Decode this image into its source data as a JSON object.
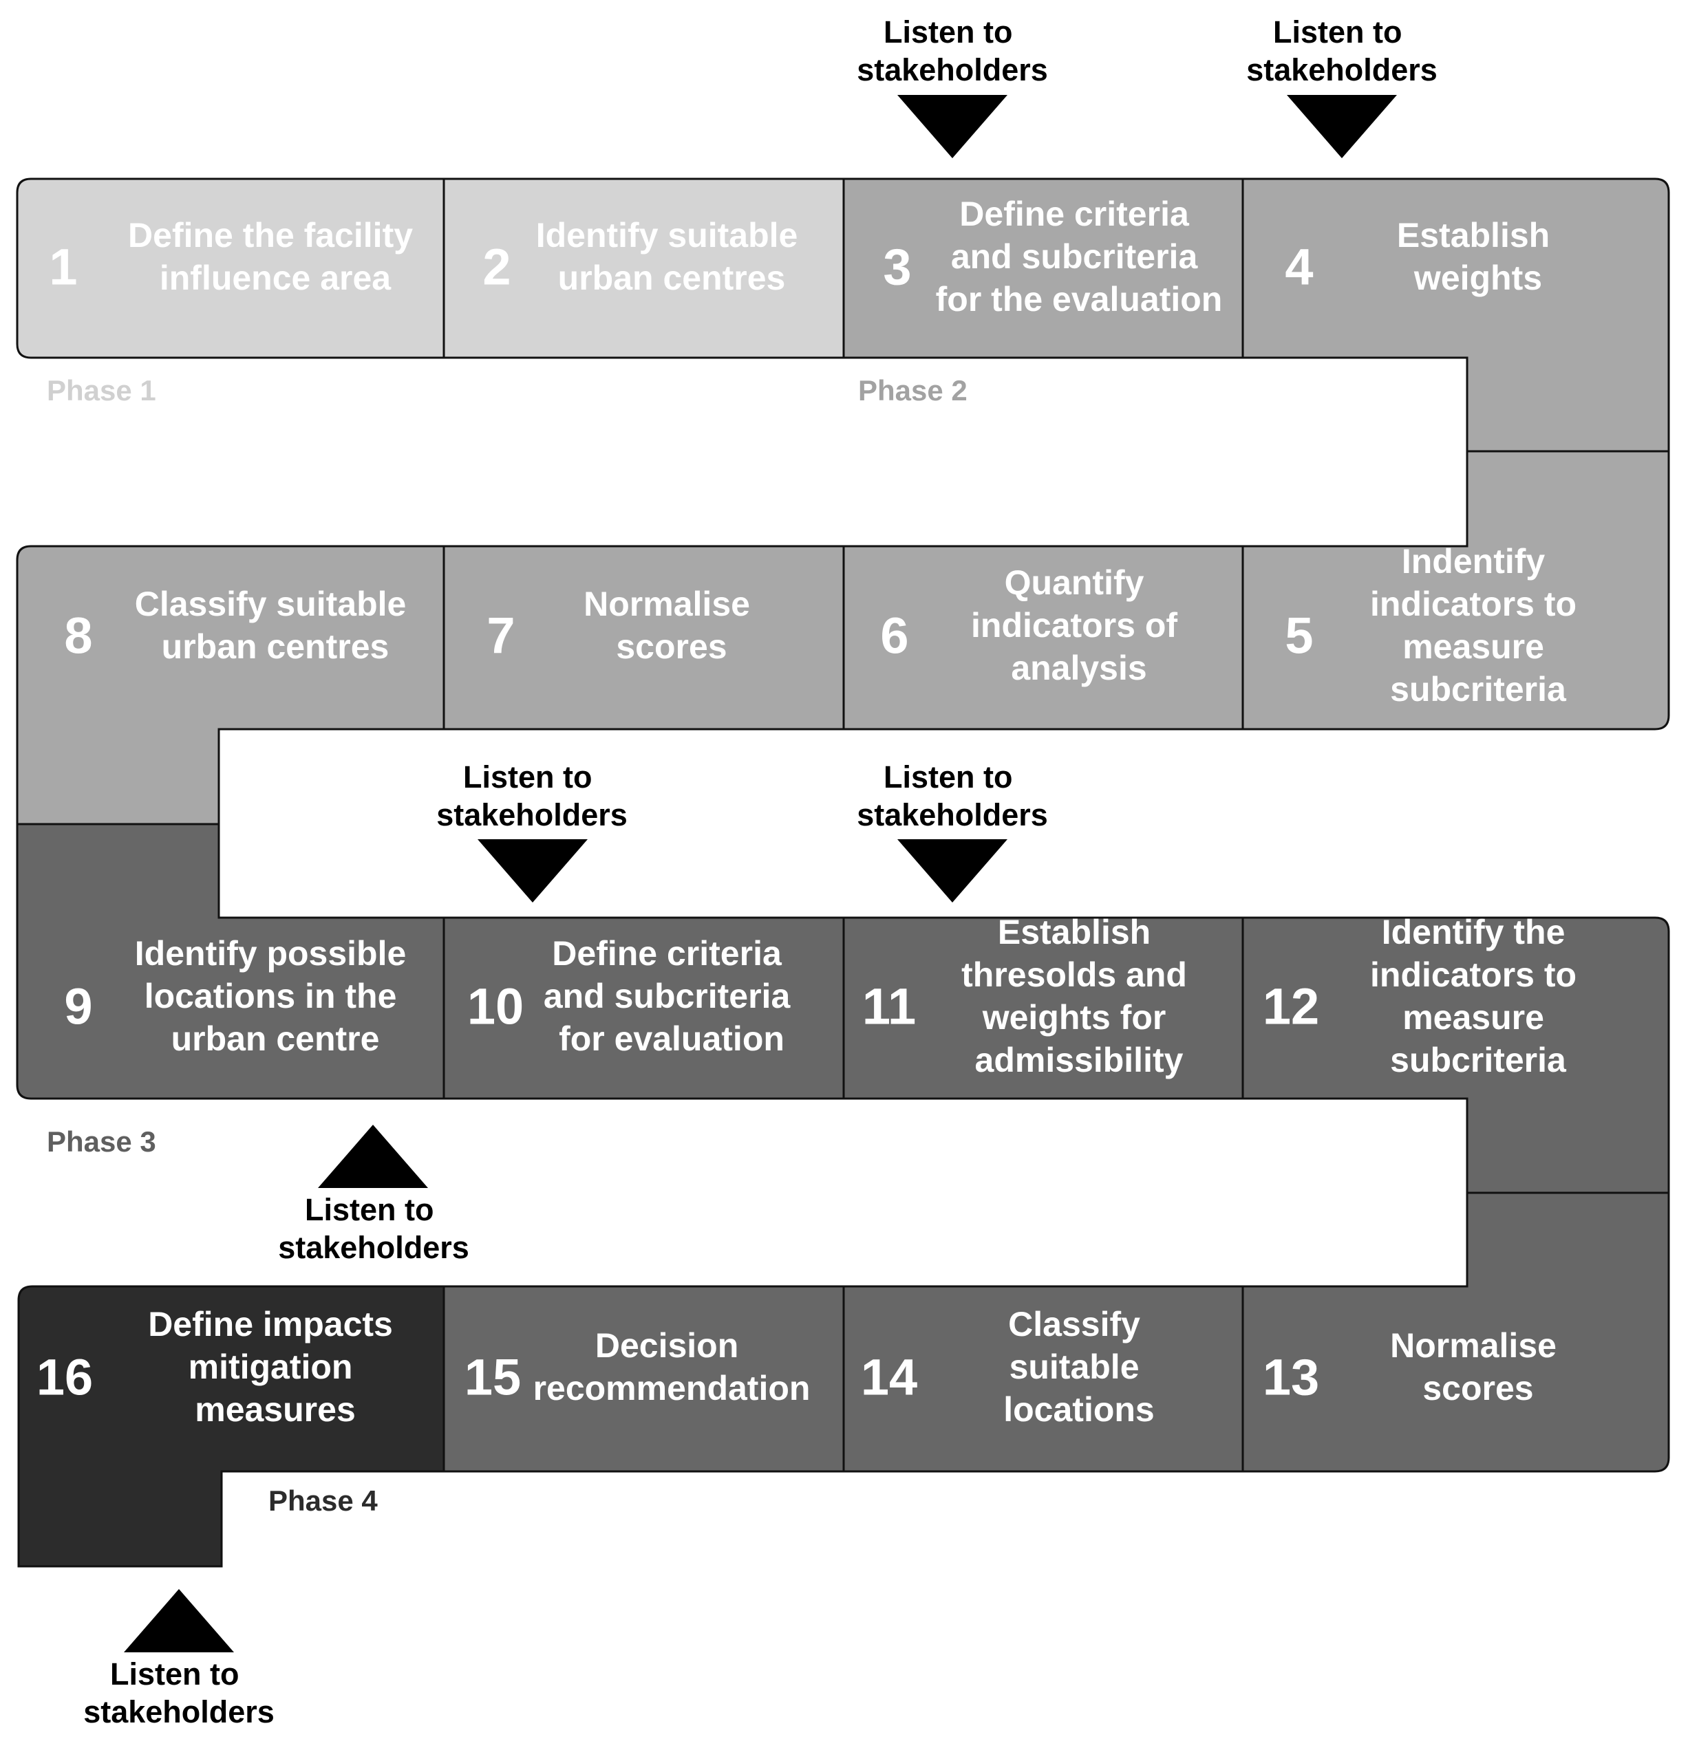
{
  "colors": {
    "phase1": "#d4d4d4",
    "phase2": "#a8a8a8",
    "phase3": "#676767",
    "phase4": "#2c2c2c",
    "stepText": "#ffffff",
    "phase1Label": "#d0d0d0",
    "phase2Label": "#a2a2a2",
    "phase3Label": "#5f5f5f",
    "phase4Label": "#2c2c2c",
    "callout": "#000000"
  },
  "steps": [
    {
      "num": "1",
      "lines": [
        "Define the facility",
        "influence area"
      ]
    },
    {
      "num": "2",
      "lines": [
        "Identify suitable",
        "urban centres"
      ]
    },
    {
      "num": "3",
      "lines": [
        "Define criteria",
        "and subcriteria",
        "for the evaluation"
      ]
    },
    {
      "num": "4",
      "lines": [
        "Establish",
        "weights"
      ]
    },
    {
      "num": "5",
      "lines": [
        "Indentify",
        "indicators to",
        "measure",
        "subcriteria"
      ]
    },
    {
      "num": "6",
      "lines": [
        "Quantify",
        "indicators of",
        "analysis"
      ]
    },
    {
      "num": "7",
      "lines": [
        "Normalise",
        "scores"
      ]
    },
    {
      "num": "8",
      "lines": [
        "Classify suitable",
        "urban centres"
      ]
    },
    {
      "num": "9",
      "lines": [
        "Identify possible",
        "locations in the",
        "urban centre"
      ]
    },
    {
      "num": "10",
      "lines": [
        "Define criteria",
        "and subcriteria",
        "for evaluation"
      ]
    },
    {
      "num": "11",
      "lines": [
        "Establish",
        "thresolds and",
        "weights for",
        "admissibility"
      ]
    },
    {
      "num": "12",
      "lines": [
        "Identify the",
        "indicators to",
        "measure",
        "subcriteria"
      ]
    },
    {
      "num": "13",
      "lines": [
        "Normalise",
        "scores"
      ]
    },
    {
      "num": "14",
      "lines": [
        "Classify",
        "suitable",
        "locations"
      ]
    },
    {
      "num": "15",
      "lines": [
        "Decision",
        "recommendation"
      ]
    },
    {
      "num": "16",
      "lines": [
        "Define impacts",
        "mitigation",
        "measures"
      ]
    }
  ],
  "phases": [
    "Phase 1",
    "Phase 2",
    "Phase 3",
    "Phase 4"
  ],
  "callout": {
    "lines": [
      "Listen to",
      "stakeholders"
    ]
  }
}
